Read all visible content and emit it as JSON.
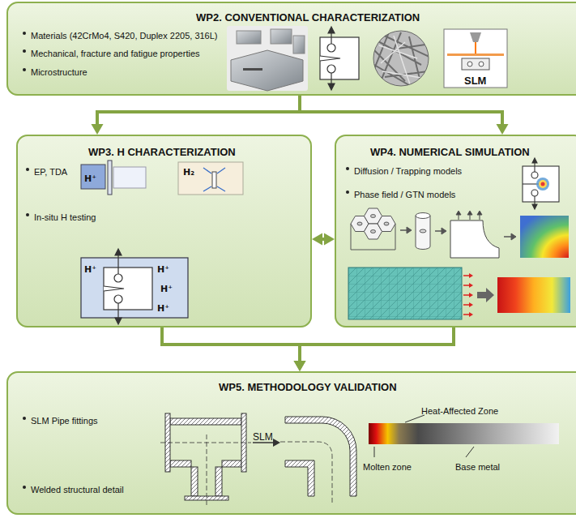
{
  "diagram": {
    "nodes": [
      {
        "text": [
          "WP2. CONVENTIONAL CHARACTERIZATION",
          "Materials (42CrMo4, S420, Duplex 2205, 316L)",
          "Mechanical, fracture and fatigue properties",
          "Microstructure"
        ]
      },
      {
        "text": [
          "WP3. H CHARACTERIZATION",
          "EP, TDA",
          "In-situ H testing"
        ]
      },
      {
        "text": [
          "WP4. NUMERICAL SIMULATION",
          "Diffusion / Trapping models",
          "Phase field / GTN models"
        ]
      },
      {
        "text": [
          "WP5. METHODOLOGY VALIDATION",
          "SLM Pipe fittings",
          "Welded structural detail"
        ]
      }
    ],
    "edges": [
      {
        "from": 0,
        "to": 1,
        "arrow": "to"
      },
      {
        "from": 0,
        "to": 2,
        "arrow": "to"
      },
      {
        "from": 1,
        "to": 2,
        "arrow": "both"
      },
      {
        "from": 1,
        "to": 3,
        "arrow": "to"
      },
      {
        "from": 2,
        "to": 3,
        "arrow": "to"
      }
    ],
    "labels": [
      "SLM",
      "H⁺",
      "H₂",
      "H⁺",
      "H⁺",
      "H⁺",
      "H⁺",
      "SLM",
      "Heat-Affected Zone",
      "Molten zone",
      "Base metal"
    ]
  }
}
